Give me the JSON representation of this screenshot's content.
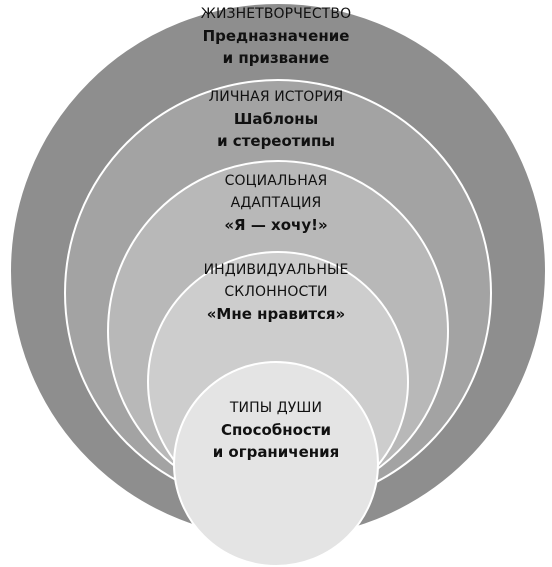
{
  "colors": {
    "level1": "#8e8e8e",
    "level2": "#a3a3a3",
    "level3": "#b8b8b8",
    "level4": "#cdcdcd",
    "level5": "#e4e4e4",
    "text": "#111111"
  },
  "levels": [
    {
      "heading": [
        "ЖИЗНЕТВОРЧЕСТВО"
      ],
      "sub": [
        "Предназначение",
        "и призвание"
      ]
    },
    {
      "heading": [
        "ЛИЧНАЯ ИСТОРИЯ"
      ],
      "sub": [
        "Шаблоны",
        "и стереотипы"
      ]
    },
    {
      "heading": [
        "СОЦИАЛЬНАЯ",
        "АДАПТАЦИЯ"
      ],
      "sub": [
        "«Я — хочу!»"
      ]
    },
    {
      "heading": [
        "ИНДИВИДУАЛЬНЫЕ",
        "СКЛОННОСТИ"
      ],
      "sub": [
        "«Мне нравится»"
      ]
    },
    {
      "heading": [
        "ТИПЫ ДУШИ"
      ],
      "sub": [
        "Способности",
        "и ограничения"
      ]
    }
  ]
}
